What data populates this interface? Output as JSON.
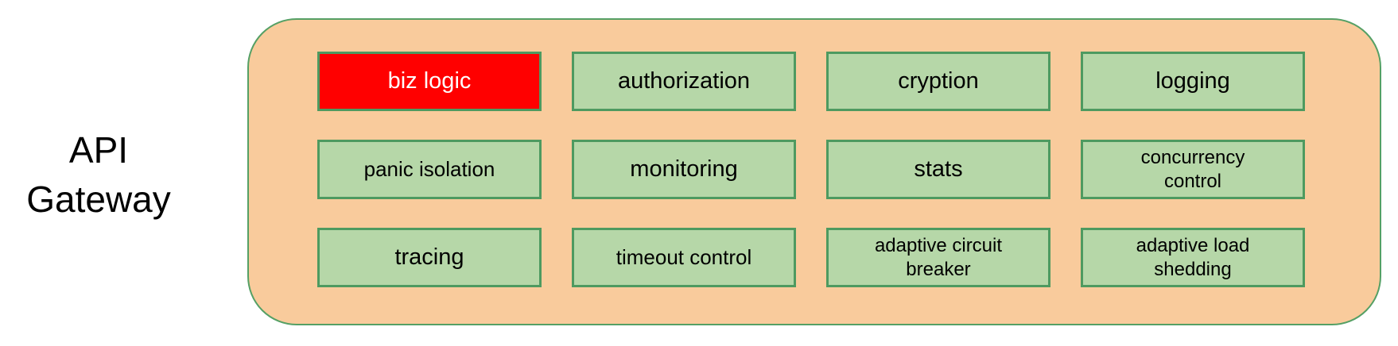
{
  "gateway_label": {
    "line1": "API",
    "line2": "Gateway"
  },
  "colors": {
    "container_fill": "#F9CB9C",
    "container_border": "#55A065",
    "box_fill": "#B6D7A8",
    "box_border": "#4E9A60",
    "highlight_fill": "#FF0000",
    "highlight_text": "#FFFFFF",
    "text": "#000000"
  },
  "modules": [
    {
      "label": "biz logic",
      "highlighted": true,
      "size": "lg"
    },
    {
      "label": "authorization",
      "size": "lg"
    },
    {
      "label": "cryption",
      "size": "lg"
    },
    {
      "label": "logging",
      "size": "lg"
    },
    {
      "label": "panic isolation",
      "size": "md"
    },
    {
      "label": "monitoring",
      "size": "lg"
    },
    {
      "label": "stats",
      "size": "lg"
    },
    {
      "label": "concurrency\ncontrol",
      "size": "sm"
    },
    {
      "label": "tracing",
      "size": "lg"
    },
    {
      "label": "timeout control",
      "size": "md"
    },
    {
      "label": "adaptive circuit\nbreaker",
      "size": "sm"
    },
    {
      "label": "adaptive load\nshedding",
      "size": "sm"
    }
  ]
}
